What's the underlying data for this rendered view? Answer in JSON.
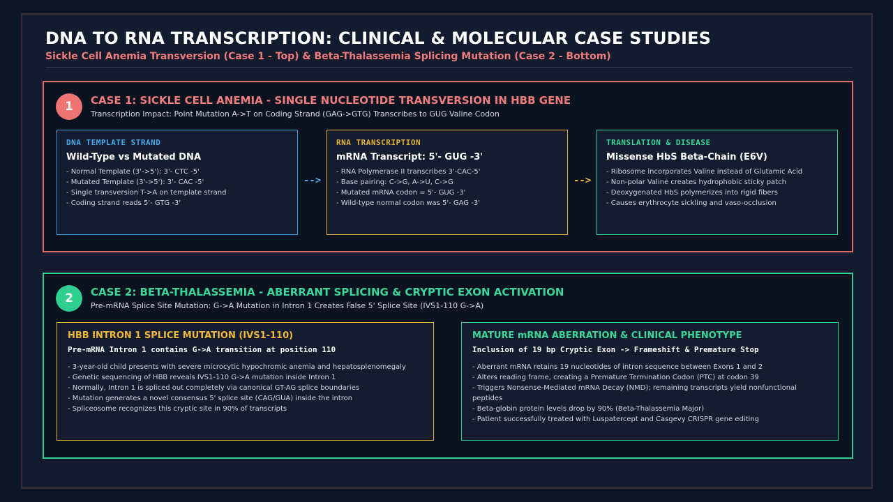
{
  "header": {
    "title": "DNA TO RNA TRANSCRIPTION: CLINICAL & MOLECULAR CASE STUDIES",
    "subtitle": "Sickle Cell Anemia Transversion (Case 1 - Top) & Beta-Thalassemia Splicing Mutation (Case 2 - Bottom)"
  },
  "case1": {
    "number": "1",
    "title": "CASE 1: SICKLE CELL ANEMIA - SINGLE NUCLEOTIDE TRANSVERSION IN HBB GENE",
    "subtitle": "Transcription Impact: Point Mutation A->T on Coding Strand (GAG->GTG) Transcribes to GUG Valine Codon",
    "arrow_1": "-->",
    "arrow_2": "-->",
    "cards": [
      {
        "tag": "DNA TEMPLATE STRAND",
        "heading": "Wild-Type vs Mutated DNA",
        "bullets": [
          "- Normal Template (3'->5'): 3'- CTC -5'",
          "- Mutated Template (3'->5'): 3'- CAC -5'",
          "- Single transversion T->A on template strand",
          "- Coding strand reads 5'- GTG -3'"
        ]
      },
      {
        "tag": "RNA TRANSCRIPTION",
        "heading": "mRNA Transcript: 5'- GUG -3'",
        "bullets": [
          "- RNA Polymerase II transcribes 3'-CAC-5'",
          "- Base pairing: C->G, A->U, C->G",
          "- Mutated mRNA codon = 5'- GUG -3'",
          "- Wild-type normal codon was 5'- GAG -3'"
        ]
      },
      {
        "tag": "TRANSLATION & DISEASE",
        "heading": "Missense HbS Beta-Chain (E6V)",
        "bullets": [
          "- Ribosome incorporates Valine instead of Glutamic Acid",
          "- Non-polar Valine creates hydrophobic sticky patch",
          "- Deoxygenated HbS polymerizes into rigid fibers",
          "- Causes erythrocyte sickling and vaso-occlusion"
        ]
      }
    ]
  },
  "case2": {
    "number": "2",
    "title": "CASE 2: BETA-THALASSEMIA - ABERRANT SPLICING & CRYPTIC EXON ACTIVATION",
    "subtitle": "Pre-mRNA Splice Site Mutation: G->A Mutation in Intron 1 Creates False 5' Splice Site (IVS1-110 G->A)",
    "cards": [
      {
        "tag": "HBB INTRON 1 SPLICE MUTATION (IVS1-110)",
        "heading": "Pre-mRNA Intron 1 contains G->A transition at position 110",
        "bullets": [
          "- 3-year-old child presents with severe microcytic hypochromic anemia and hepatosplenomegaly",
          "- Genetic sequencing of HBB reveals IVS1-110 G->A mutation inside Intron 1",
          "- Normally, Intron 1 is spliced out completely via canonical GT-AG splice boundaries",
          "- Mutation generates a novel consensus 5' splice site (CAG/GUA) inside the intron",
          "- Spliceosome recognizes this cryptic site in 90% of transcripts"
        ]
      },
      {
        "tag": "MATURE mRNA ABERRATION & CLINICAL PHENOTYPE",
        "heading": "Inclusion of 19 bp Cryptic Exon -> Frameshift & Premature Stop",
        "bullets": [
          "- Aberrant mRNA retains 19 nucleotides of intron sequence between Exons 1 and 2",
          "- Alters reading frame, creating a Premature Termination Codon (PTC) at codon 39",
          "- Triggers Nonsense-Mediated mRNA Decay (NMD); remaining transcripts yield nonfunctional peptides",
          "- Beta-globin protein levels drop by 90% (Beta-Thalassemia Major)",
          "- Patient successfully treated with Luspatercept and Casgevy CRISPR gene editing"
        ]
      }
    ]
  }
}
